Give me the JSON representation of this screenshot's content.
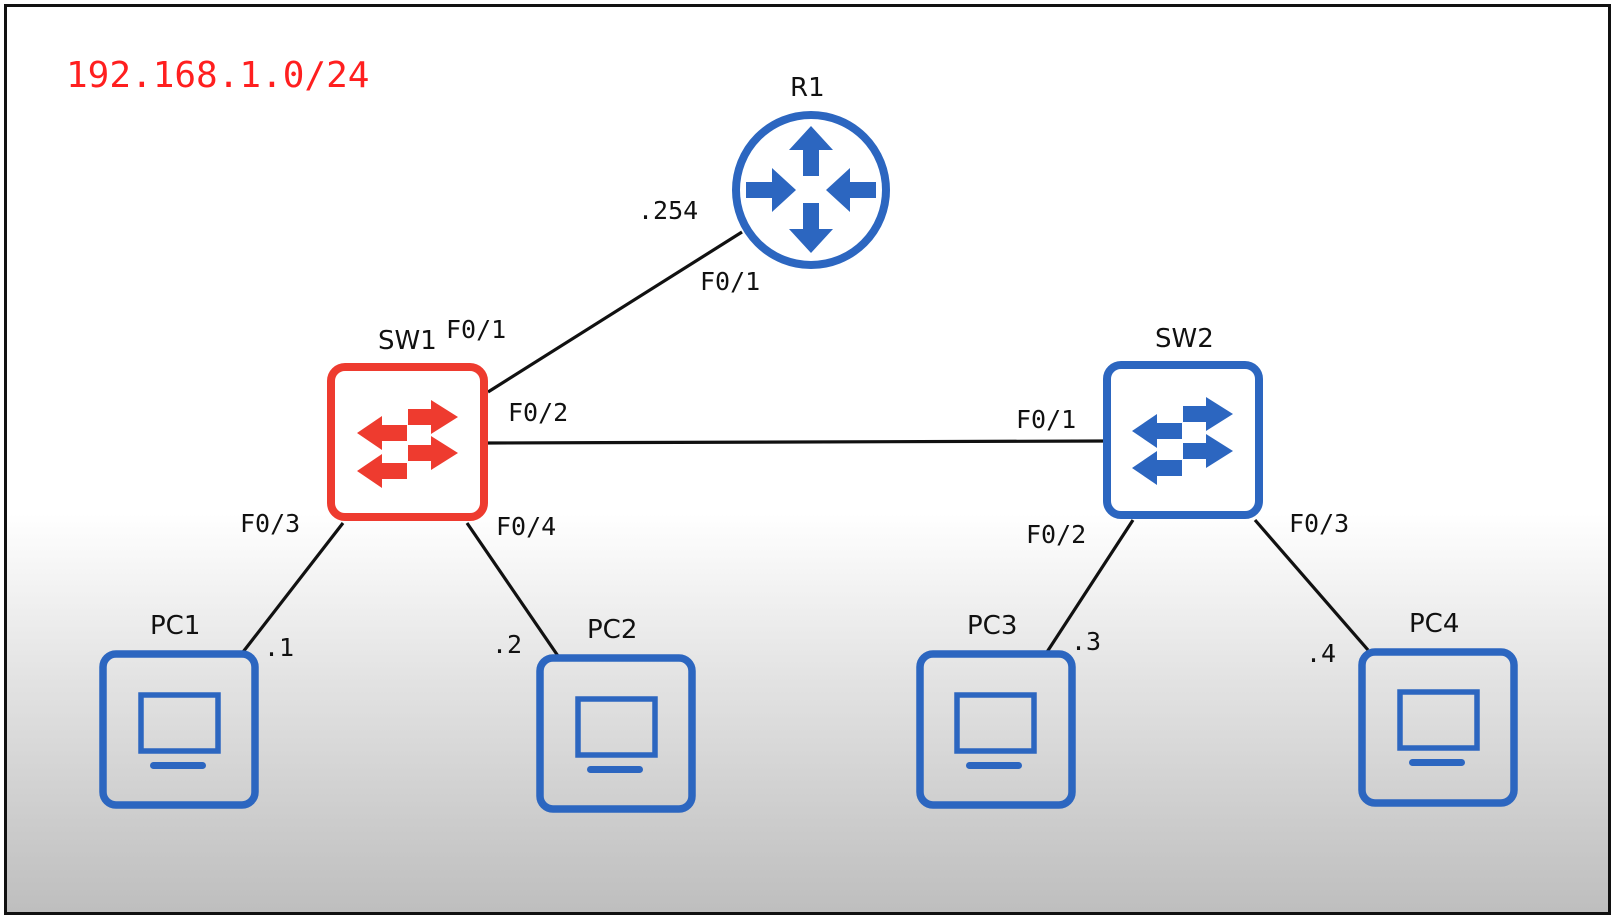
{
  "subnet": {
    "text": "192.168.1.0/24",
    "color": "#ff1f1f"
  },
  "colors": {
    "device_blue": "#2c66c0",
    "highlight_red": "#ee3b2f",
    "link": "#111111"
  },
  "devices": {
    "R1": {
      "name": "R1",
      "type": "router",
      "icon": "router-icon"
    },
    "SW1": {
      "name": "SW1",
      "type": "switch",
      "icon": "switch-icon",
      "highlighted": true
    },
    "SW2": {
      "name": "SW2",
      "type": "switch",
      "icon": "switch-icon"
    },
    "PC1": {
      "name": "PC1",
      "type": "pc",
      "icon": "pc-icon"
    },
    "PC2": {
      "name": "PC2",
      "type": "pc",
      "icon": "pc-icon"
    },
    "PC3": {
      "name": "PC3",
      "type": "pc",
      "icon": "pc-icon"
    },
    "PC4": {
      "name": "PC4",
      "type": "pc",
      "icon": "pc-icon"
    }
  },
  "links": [
    {
      "a": "SW1",
      "a_port": "F0/1",
      "b": "R1",
      "b_port": "F0/1",
      "b_ip": ".254"
    },
    {
      "a": "SW1",
      "a_port": "F0/2",
      "b": "SW2",
      "b_port": "F0/1"
    },
    {
      "a": "SW1",
      "a_port": "F0/3",
      "b": "PC1",
      "b_ip": ".1"
    },
    {
      "a": "SW1",
      "a_port": "F0/4",
      "b": "PC2",
      "b_ip": ".2"
    },
    {
      "a": "SW2",
      "a_port": "F0/2",
      "b": "PC3",
      "b_ip": ".3"
    },
    {
      "a": "SW2",
      "a_port": "F0/3",
      "b": "PC4",
      "b_ip": ".4"
    }
  ]
}
